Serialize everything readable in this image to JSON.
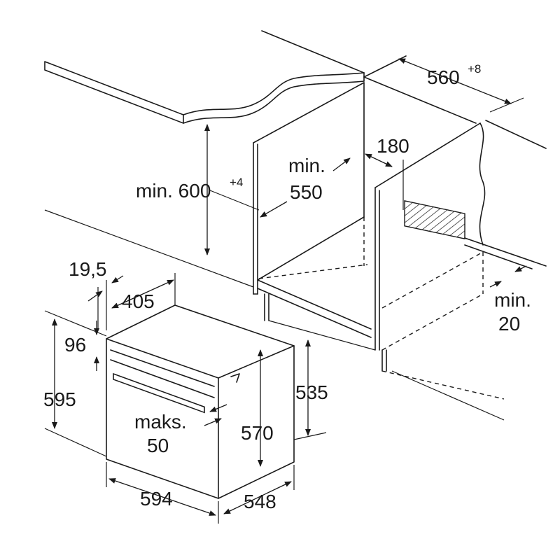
{
  "labels": {
    "niche_width": "560",
    "niche_width_tol": "+8",
    "vent_gap": "180",
    "min_depth_word": "min.",
    "min_depth_value": "550",
    "min_height": "min. 600",
    "min_height_tol": "+4",
    "front_offset": "19,5",
    "inner_depth": "405",
    "top_panel": "96",
    "oven_height": "595",
    "handle_word": "maks.",
    "handle_value": "50",
    "body_height": "535",
    "inner_height": "570",
    "oven_width": "594",
    "oven_depth": "548",
    "min_gap_word": "min.",
    "min_gap_value": "20"
  },
  "colors": {
    "line": "#1a1a1a",
    "hatch": "#1a1a1a",
    "background": "#ffffff"
  }
}
